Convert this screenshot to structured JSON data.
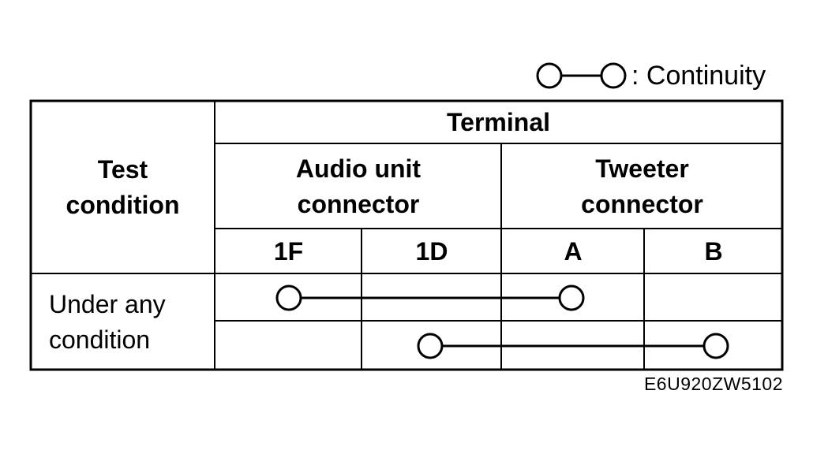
{
  "legend": {
    "label": ": Continuity"
  },
  "table": {
    "header": {
      "test_condition": [
        "Test",
        "condition"
      ],
      "terminal": "Terminal",
      "groups": [
        {
          "lines": [
            "Audio unit",
            "connector"
          ]
        },
        {
          "lines": [
            "Tweeter",
            "connector"
          ]
        }
      ],
      "terminals": [
        "1F",
        "1D",
        "A",
        "B"
      ]
    },
    "rows": {
      "condition": [
        "Under any",
        "condition"
      ],
      "connections": [
        {
          "from": "1F",
          "to": "A"
        },
        {
          "from": "1D",
          "to": "B"
        }
      ]
    }
  },
  "figure_code": "E6U920ZW5102"
}
